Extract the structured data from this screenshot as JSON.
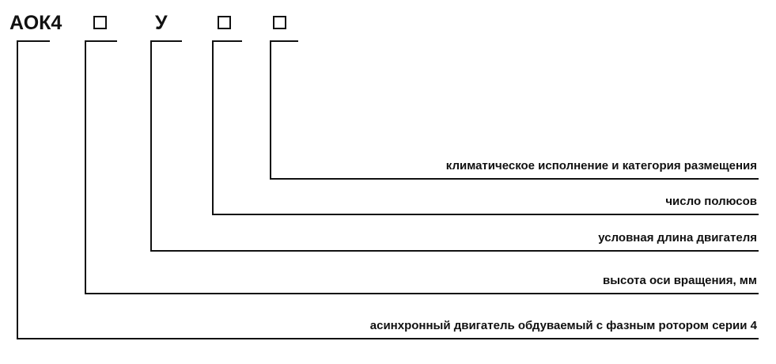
{
  "designation": {
    "prefix": "АОК4",
    "length_letter": "У",
    "placeholder_symbol": "□"
  },
  "descriptions": [
    "климатическое исполнение и категория размещения",
    "число полюсов",
    "условная длина двигателя",
    "высота оси вращения, мм",
    "асинхронный двигатель обдуваемый с фазным ротором серии 4"
  ],
  "colors": {
    "ink": "#111111",
    "background": "#ffffff"
  }
}
